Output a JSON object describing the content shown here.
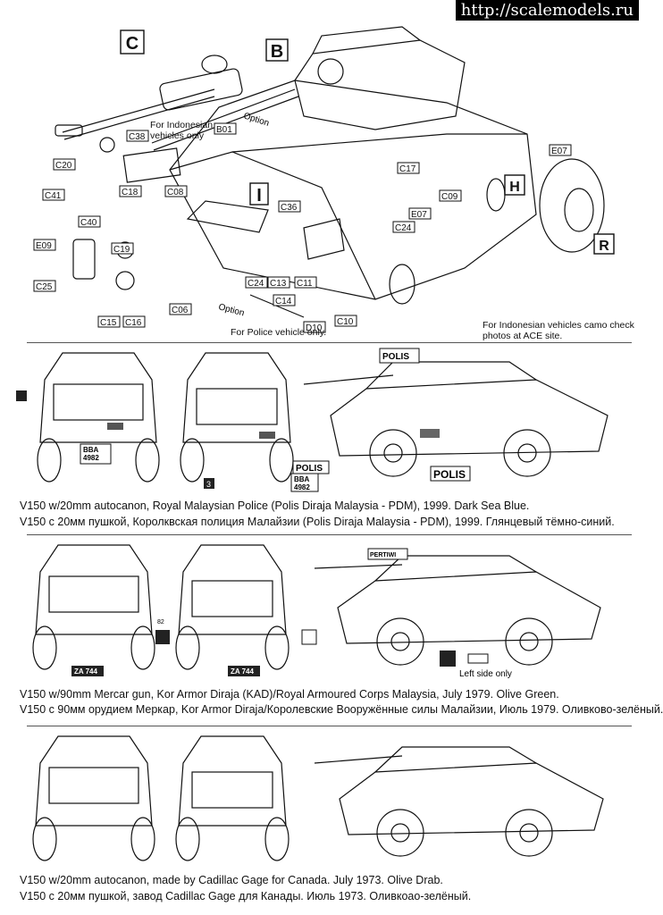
{
  "watermark": "http://scalemodels.ru",
  "parts": {
    "big_labels": [
      "C",
      "B",
      "I",
      "H",
      "R"
    ],
    "callouts": [
      "B01",
      "C38",
      "C20",
      "C41",
      "C18",
      "C08",
      "C40",
      "C19",
      "E09",
      "C25",
      "C15",
      "C16",
      "C06",
      "C36",
      "C24",
      "C13",
      "C14",
      "C11",
      "C10",
      "D10",
      "C17",
      "E07",
      "C09",
      "C24",
      "E07"
    ],
    "option_top": "Option",
    "option_bottom": "Option",
    "indonesian_note": "For Indonesian\nvehicles only",
    "police_note": "For Police vehicle only.",
    "camo_note_1": "For Indonesian vehicles camo check",
    "camo_note_2": "photos at ACE site."
  },
  "panels": [
    {
      "plate_front": "BBA\n4982",
      "plate_rear": "BBA\n4982",
      "polis_small": "POLIS",
      "polis_big": "POLIS",
      "polis_top": "POLIS",
      "marker_3": "3",
      "caption_en": "V150 w/20mm autocanon, Royal Malaysian Police (Polis Diraja Malaysia - PDM), 1999. Dark Sea Blue.",
      "caption_ru": "V150 с 20мм пушкой, Королквская полиция Малайзии (Polis Diraja Malaysia - PDM), 1999. Глянцевый тёмно-синий."
    },
    {
      "plate_front": "ZA 744",
      "plate_rear": "ZA 744",
      "pertiwi": "PERTIWI",
      "marker_82": "82",
      "left_side_only": "Left side only",
      "caption_en": "V150 w/90mm Mercar gun, Kor Armor Diraja (KAD)/Royal Armoured Corps Malaysia, July 1979. Olive Green.",
      "caption_ru": "V150 с 90мм орудием Меркар, Kor Armor Diraja/Королевские Вооружённые силы Малайзии, Июль 1979. Оливково-зелёный."
    },
    {
      "caption_en": "V150 w/20mm autocanon, made by Cadillac Gage for Canada. July 1973. Olive Drab.",
      "caption_ru": "V150 с 20мм пушкой, завод Cadillac Gage для Канады. Июль 1973. Оливкоао-зелёный."
    }
  ]
}
